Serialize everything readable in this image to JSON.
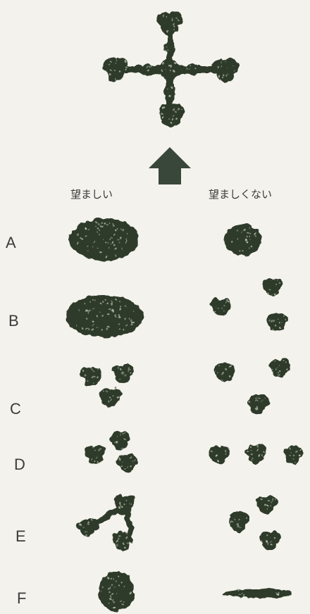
{
  "columns": {
    "desirable": "望ましい",
    "undesirable": "望ましくない"
  },
  "rows": [
    {
      "id": "A",
      "label": "A"
    },
    {
      "id": "B",
      "label": "B"
    },
    {
      "id": "C",
      "label": "C"
    },
    {
      "id": "D",
      "label": "D"
    },
    {
      "id": "E",
      "label": "E"
    },
    {
      "id": "F",
      "label": "F"
    }
  ],
  "colors": {
    "background": "#f4f2ec",
    "blob": "#2f3a2c",
    "blob_highlight": "#cfd6c4",
    "arrow": "#39473a",
    "text": "#3a3a3a"
  },
  "icons": {
    "target_shape": "cross-shaped-protein-assembly",
    "pointer": "up-arrow-icon"
  }
}
